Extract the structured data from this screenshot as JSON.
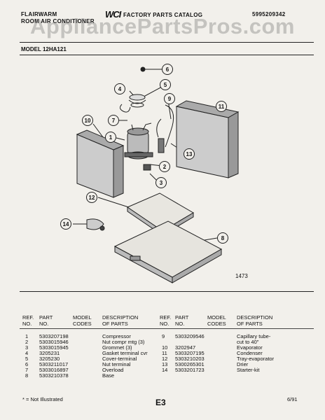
{
  "header": {
    "brand_line1": "FLAIRWARM",
    "brand_line2": "ROOM AIR CONDITIONER",
    "logo": "WCI",
    "catalog": "FACTORY PARTS CATALOG",
    "part_number": "5995209342",
    "watermark": "AppliancePartsPros.com"
  },
  "model_label": "MODEL 12HA121",
  "figure_number": "1473",
  "callouts": [
    "6",
    "5",
    "4",
    "9",
    "11",
    "7",
    "10",
    "1",
    "13",
    "2",
    "3",
    "12",
    "14",
    "8"
  ],
  "table_headers": {
    "ref": "REF.\nNO.",
    "part": "PART\nNO.",
    "model": "MODEL\nCODES",
    "desc": "DESCRIPTION\nOF PARTS"
  },
  "parts_left": [
    {
      "ref": "1",
      "part": "5303207198",
      "desc": "Compressor"
    },
    {
      "ref": "2",
      "part": "5303015946",
      "desc": "Nut compr mtg (3)"
    },
    {
      "ref": "3",
      "part": "5303015945",
      "desc": "Grommet (3)"
    },
    {
      "ref": "4",
      "part": "3205231",
      "desc": "Gasket terminal cvr"
    },
    {
      "ref": "5",
      "part": "3205230",
      "desc": "Cover-terminal"
    },
    {
      "ref": "6",
      "part": "5303211017",
      "desc": "Nut terminal"
    },
    {
      "ref": "7",
      "part": "5303016897",
      "desc": "Overload"
    },
    {
      "ref": "8",
      "part": "5303210378",
      "desc": "Base"
    }
  ],
  "parts_right": [
    {
      "ref": "9",
      "part": "5303209546",
      "desc": "Capillary tube-"
    },
    {
      "ref": "",
      "part": "",
      "desc": "cut to 40\""
    },
    {
      "ref": "10",
      "part": "3202947",
      "desc": "Evaporator"
    },
    {
      "ref": "11",
      "part": "5303207195",
      "desc": "Condenser"
    },
    {
      "ref": "12",
      "part": "5303210203",
      "desc": "Tray-evaporator"
    },
    {
      "ref": "13",
      "part": "5300265301",
      "desc": "Drier"
    },
    {
      "ref": "14",
      "part": "5303201723",
      "desc": "Starter-kit"
    }
  ],
  "footer": {
    "note": "* = Not Illustrated",
    "page_code": "E3",
    "date": "6/91"
  }
}
